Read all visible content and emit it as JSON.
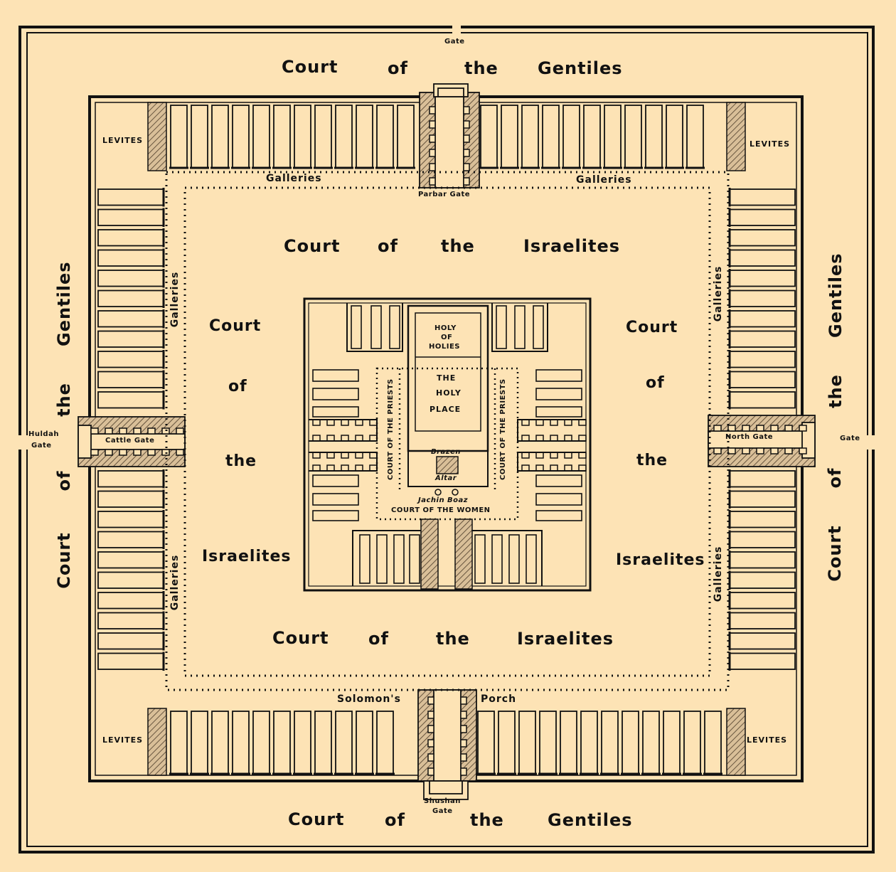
{
  "outer_court": {
    "top": [
      "Court",
      "of",
      "the",
      "Gentiles"
    ],
    "bottom": [
      "Court",
      "of",
      "the",
      "Gentiles"
    ],
    "left": [
      "Court",
      "of",
      "the",
      "Gentiles"
    ],
    "right": [
      "Court",
      "of",
      "the",
      "Gentiles"
    ]
  },
  "gates": {
    "top": "Gate",
    "parbar": "Parbar Gate",
    "huldah_1": "Huldah",
    "huldah_2": "Gate",
    "cattle": "Cattle Gate",
    "north": "North Gate",
    "east": "Gate",
    "shushan_1": "Shushan",
    "shushan_2": "Gate"
  },
  "levites": [
    "LEVITES",
    "LEVITES",
    "LEVITES",
    "LEVITES"
  ],
  "galleries": [
    "Galleries",
    "Galleries",
    "Galleries",
    "Galleries",
    "Galleries",
    "Galleries"
  ],
  "porch": {
    "left": "Solomon's",
    "right": "Porch"
  },
  "israelites": {
    "top": [
      "Court",
      "of",
      "the",
      "Israelites"
    ],
    "bottom": [
      "Court",
      "of",
      "the",
      "Israelites"
    ],
    "left": [
      "Court",
      "of",
      "the",
      "Israelites"
    ],
    "right": [
      "Court",
      "of",
      "the",
      "Israelites"
    ]
  },
  "sanctuary": {
    "holy_of_holies": [
      "HOLY",
      "OF",
      "HOLIES"
    ],
    "holy_place": [
      "THE",
      "HOLY",
      "PLACE"
    ],
    "priests_left": "COURT OF THE PRIESTS",
    "priests_right": "COURT OF THE PRIESTS",
    "brazen": "Brazen",
    "altar": "Altar",
    "pillars": "Jachin Boaz",
    "women": "COURT OF THE WOMEN"
  },
  "colors": {
    "background": "#fde3b5",
    "ink": "#111111",
    "hatch": "#b89c76"
  }
}
